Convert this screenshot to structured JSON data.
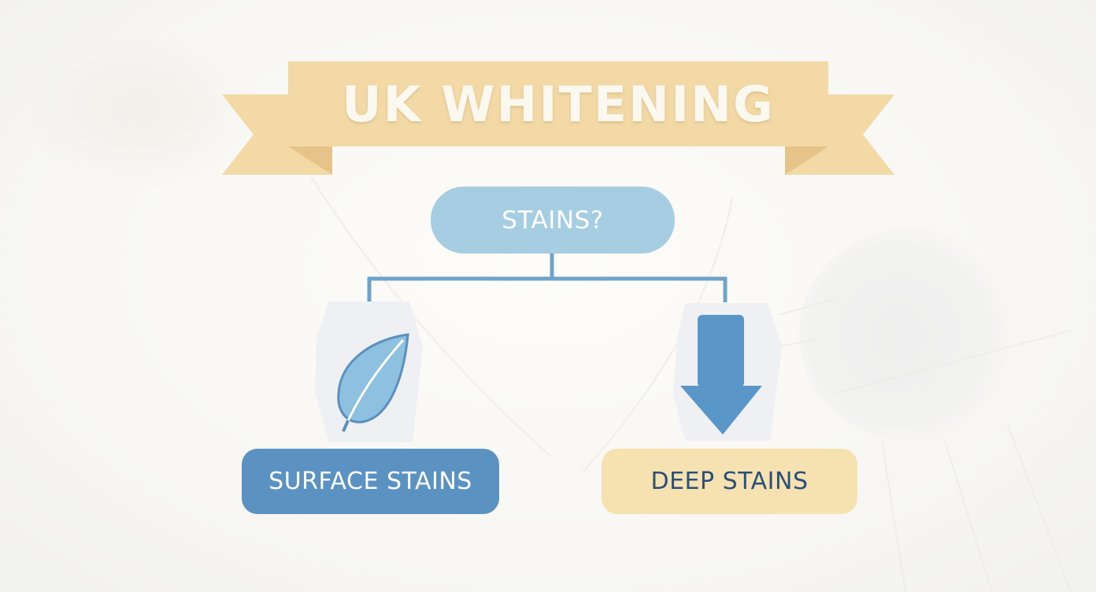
{
  "title": "UK WHITENING",
  "decision": {
    "question": "STAINS?"
  },
  "branches": [
    {
      "label": "SURFACE STAINS",
      "icon": "leaf-icon"
    },
    {
      "label": "DEEP STAINS",
      "icon": "arrow-down-icon"
    }
  ],
  "colors": {
    "banner": "#f2d9a6",
    "banner_fold": "#e6c489",
    "question_node": "#a6cde2",
    "surface_node": "#5b92c2",
    "deep_node": "#f6e2b0",
    "connector": "#6ea3cb",
    "arrow": "#5a96c8"
  }
}
